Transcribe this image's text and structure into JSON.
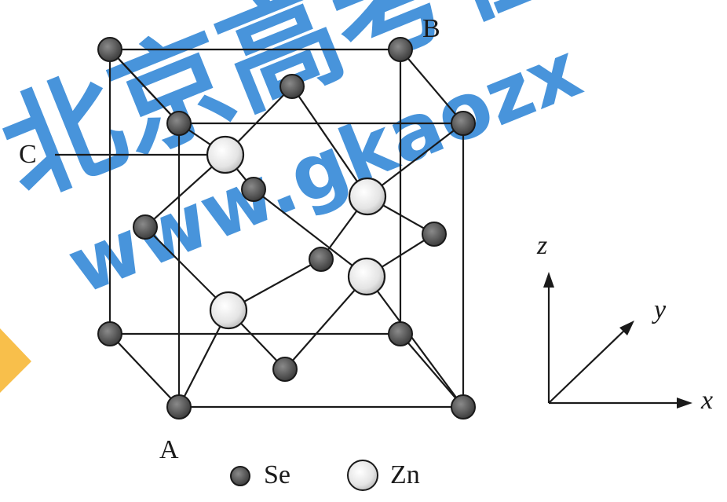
{
  "watermark": {
    "chars": "北京高考在线",
    "url": "www.gkaozx",
    "color": "#2f86d6"
  },
  "labels": {
    "point_a": "A",
    "point_b": "B",
    "point_c": "C"
  },
  "axes": {
    "x": "x",
    "y": "y",
    "z": "z"
  },
  "legend": {
    "se_label": "Se",
    "zn_label": "Zn"
  },
  "colors": {
    "se_atom": "#555555",
    "zn_atom": "#e8e8e8",
    "bond": "#1a1a1a",
    "watermark": "#2f86d6",
    "accent_triangle": "#f7b733"
  }
}
